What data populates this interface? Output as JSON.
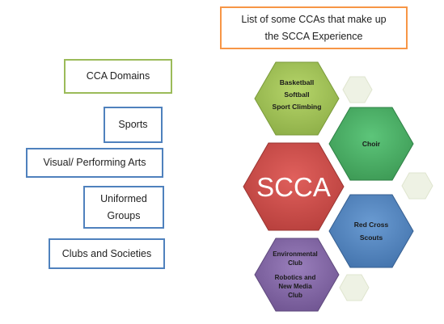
{
  "header": {
    "line1": "List of some CCAs that make up",
    "line2": "the SCCA Experience"
  },
  "domains": {
    "title": "CCA Domains",
    "items": [
      {
        "label": "Sports"
      },
      {
        "label": "Visual/ Performing Arts"
      },
      {
        "line1": "Uniformed",
        "line2": "Groups"
      },
      {
        "label": "Clubs and Societies"
      }
    ]
  },
  "hexagons": {
    "center": "SCCA",
    "sports": {
      "line1": "Basketball",
      "line2": "Softball",
      "line3": "Sport Climbing"
    },
    "arts": {
      "line1": "Choir"
    },
    "uniformed": {
      "line1": "Red Cross",
      "line2": "Scouts"
    },
    "clubs": {
      "line1": "Environmental",
      "line2": "Club",
      "line3": "Robotics and",
      "line4": "New Media",
      "line5": "Club"
    }
  },
  "colors": {
    "center": "#c0504d",
    "sports": "#9bbb59",
    "arts": "#4bac66",
    "uniformed": "#4f81bd",
    "clubs": "#8064a2",
    "small": "#eef2e4"
  }
}
